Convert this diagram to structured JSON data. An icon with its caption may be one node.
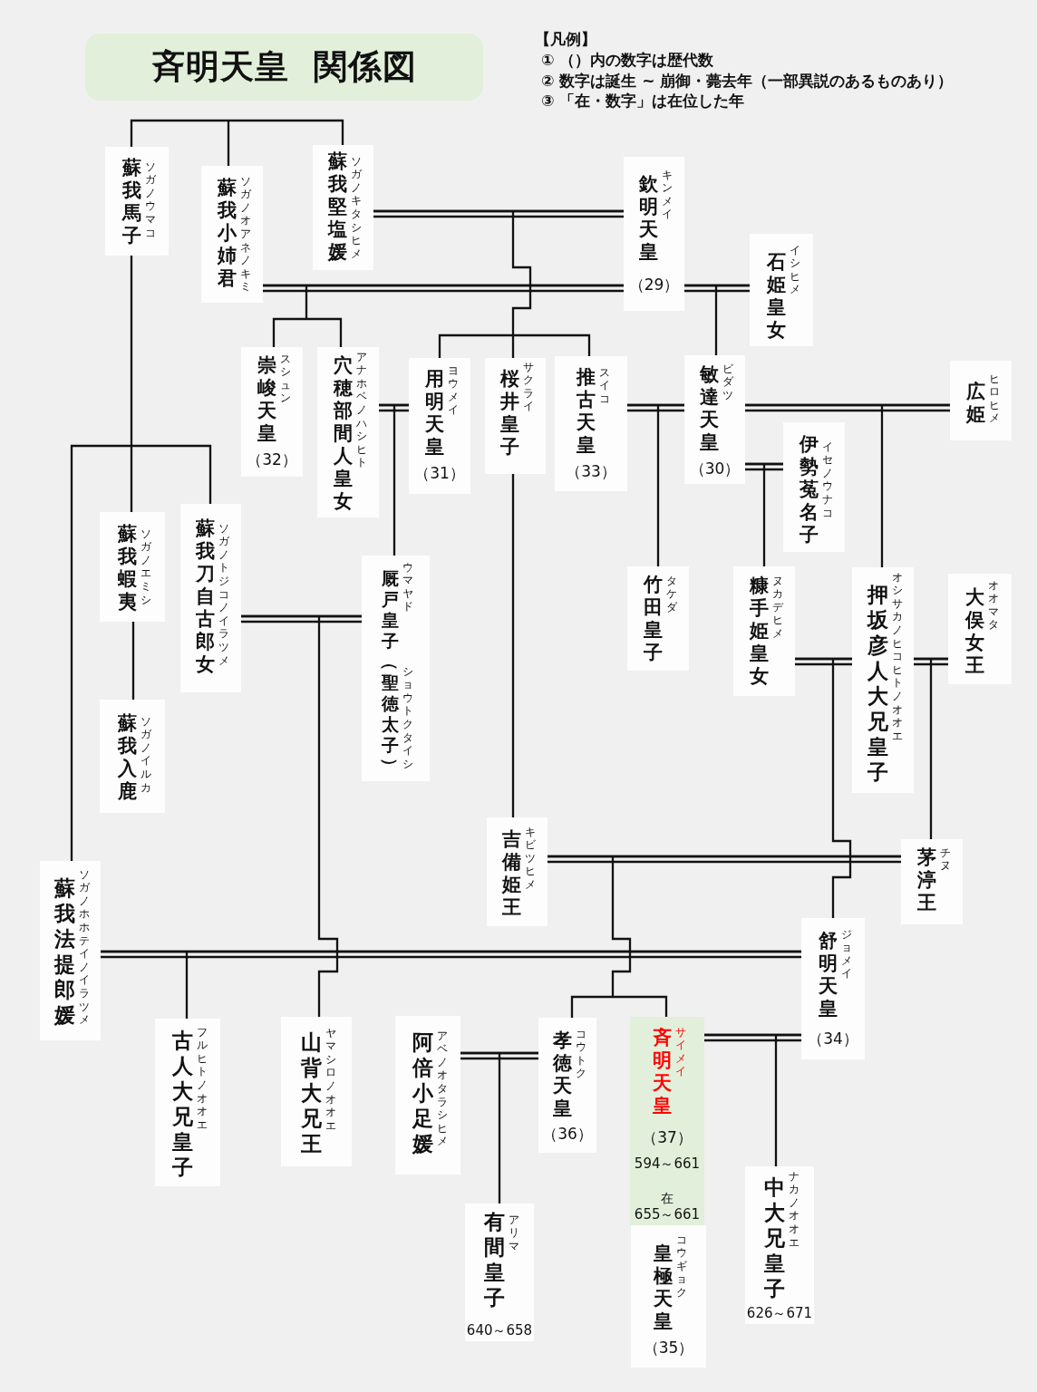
{
  "diagram": {
    "title": "斉明天皇 関係図",
    "nodes": [
      {
        "text": [
          "蘇我馬子",
          "ソガノウマコ"
        ]
      },
      {
        "text": [
          "蘇我小姉君",
          "ソガノオアネノキミ"
        ]
      },
      {
        "text": [
          "蘇我堅塩媛",
          "ソガノキタシヒメ"
        ]
      },
      {
        "text": [
          "欽明天皇",
          "キンメイ",
          "（29）"
        ]
      },
      {
        "text": [
          "石姫皇女",
          "イシヒメ"
        ]
      },
      {
        "text": [
          "崇峻天皇",
          "スシュン",
          "（32）"
        ]
      },
      {
        "text": [
          "穴穂部間人皇女",
          "アナホベノハシヒト"
        ]
      },
      {
        "text": [
          "用明天皇",
          "ヨウメイ",
          "（31）"
        ]
      },
      {
        "text": [
          "桜井皇子",
          "サクライ"
        ]
      },
      {
        "text": [
          "推古天皇",
          "スイコ",
          "（33）"
        ]
      },
      {
        "text": [
          "敏達天皇",
          "ビダツ",
          "（30）"
        ]
      },
      {
        "text": [
          "広姫",
          "ヒロヒメ"
        ]
      },
      {
        "text": [
          "伊勢菟名子",
          "イセノウナコ"
        ]
      },
      {
        "text": [
          "蘇我蝦夷",
          "ソガノエミシ"
        ]
      },
      {
        "text": [
          "蘇我刀自古郎女",
          "ソガノトジコノイラツメ"
        ]
      },
      {
        "text": [
          "厩戸皇子（聖徳太子）",
          "ウマヤド",
          "ショウトクタイシ"
        ]
      },
      {
        "text": [
          "竹田皇子",
          "タケダ"
        ]
      },
      {
        "text": [
          "糠手姫皇女",
          "ヌカデヒメ"
        ]
      },
      {
        "text": [
          "押坂彦人大兄皇子",
          "オシサカノヒコヒトノオオエ"
        ]
      },
      {
        "text": [
          "大俣女王",
          "オオマタ"
        ]
      },
      {
        "text": [
          "蘇我入鹿",
          "ソガノイルカ"
        ]
      },
      {
        "text": [
          "蘇我法提郎媛",
          "ソガノホホテイノイラツメ"
        ]
      },
      {
        "text": [
          "吉備姫王",
          "キビツヒメ"
        ]
      },
      {
        "text": [
          "茅渟王",
          "チヌ"
        ]
      },
      {
        "text": [
          "舒明天皇",
          "ジョメイ",
          "（34）"
        ]
      },
      {
        "text": [
          "古人大兄皇子",
          "フルヒトノオオエ"
        ]
      },
      {
        "text": [
          "山背大兄王",
          "ヤマシロノオオエ"
        ]
      },
      {
        "text": [
          "阿倍小足媛",
          "アベノオタラシヒメ"
        ]
      },
      {
        "text": [
          "孝徳天皇",
          "コウトク",
          "（36）"
        ]
      },
      {
        "text": [
          "斉明天皇",
          "サイメイ",
          "（37）",
          "594～661",
          "在",
          "655～661"
        ]
      },
      {
        "text": [
          "有間皇子",
          "アリマ",
          "640～658"
        ]
      },
      {
        "text": [
          "中大兄皇子",
          "ナカノオオエ",
          "626～671"
        ]
      },
      {
        "text": [
          "皇極天皇",
          "コウギョク",
          "（35）"
        ]
      }
    ],
    "edges": [
      {
        "from": 2,
        "to": 3,
        "arrow": "none"
      },
      {
        "from": 1,
        "to": 3,
        "arrow": "none"
      },
      {
        "from": 3,
        "to": 4,
        "arrow": "none"
      },
      {
        "from": 6,
        "to": 7,
        "arrow": "none"
      },
      {
        "from": 9,
        "to": 10,
        "arrow": "none"
      },
      {
        "from": 10,
        "to": 11,
        "arrow": "none"
      },
      {
        "from": 10,
        "to": 12,
        "arrow": "none"
      },
      {
        "from": 14,
        "to": 15,
        "arrow": "none"
      },
      {
        "from": 17,
        "to": 18,
        "arrow": "none"
      },
      {
        "from": 18,
        "to": 19,
        "arrow": "none"
      },
      {
        "from": 22,
        "to": 23,
        "arrow": "none"
      },
      {
        "from": 21,
        "to": 24,
        "arrow": "none"
      },
      {
        "from": 27,
        "to": 28,
        "arrow": "none"
      },
      {
        "from": 29,
        "to": 24,
        "arrow": "none"
      },
      {
        "from": null,
        "to": 0,
        "arrow": "none"
      },
      {
        "from": null,
        "to": 1,
        "arrow": "none"
      },
      {
        "from": null,
        "to": 2,
        "arrow": "none"
      },
      {
        "from": 2,
        "to": 7,
        "arrow": "none"
      },
      {
        "from": 3,
        "to": 7,
        "arrow": "none"
      },
      {
        "from": 2,
        "to": 8,
        "arrow": "none"
      },
      {
        "from": 3,
        "to": 8,
        "arrow": "none"
      },
      {
        "from": 2,
        "to": 9,
        "arrow": "none"
      },
      {
        "from": 3,
        "to": 9,
        "arrow": "none"
      },
      {
        "from": 1,
        "to": 5,
        "arrow": "none"
      },
      {
        "from": 3,
        "to": 5,
        "arrow": "none"
      },
      {
        "from": 1,
        "to": 6,
        "arrow": "none"
      },
      {
        "from": 3,
        "to": 6,
        "arrow": "none"
      },
      {
        "from": 3,
        "to": 10,
        "arrow": "none"
      },
      {
        "from": 4,
        "to": 10,
        "arrow": "none"
      },
      {
        "from": 0,
        "to": 21,
        "arrow": "none"
      },
      {
        "from": 0,
        "to": 13,
        "arrow": "none"
      },
      {
        "from": 0,
        "to": 14,
        "arrow": "none"
      },
      {
        "from": 13,
        "to": 20,
        "arrow": "none"
      },
      {
        "from": 6,
        "to": 15,
        "arrow": "none"
      },
      {
        "from": 7,
        "to": 15,
        "arrow": "none"
      },
      {
        "from": 9,
        "to": 16,
        "arrow": "none"
      },
      {
        "from": 10,
        "to": 16,
        "arrow": "none"
      },
      {
        "from": 10,
        "to": 17,
        "arrow": "none"
      },
      {
        "from": 12,
        "to": 17,
        "arrow": "none"
      },
      {
        "from": 10,
        "to": 18,
        "arrow": "none"
      },
      {
        "from": 11,
        "to": 18,
        "arrow": "none"
      },
      {
        "from": 14,
        "to": 26,
        "arrow": "none"
      },
      {
        "from": 15,
        "to": 26,
        "arrow": "none"
      },
      {
        "from": 8,
        "to": 22,
        "arrow": "none"
      },
      {
        "from": 17,
        "to": 24,
        "arrow": "none"
      },
      {
        "from": 18,
        "to": 24,
        "arrow": "none"
      },
      {
        "from": 18,
        "to": 23,
        "arrow": "none"
      },
      {
        "from": 19,
        "to": 23,
        "arrow": "none"
      },
      {
        "from": 22,
        "to": 28,
        "arrow": "none"
      },
      {
        "from": 23,
        "to": 28,
        "arrow": "none"
      },
      {
        "from": 22,
        "to": 29,
        "arrow": "none"
      },
      {
        "from": 23,
        "to": 29,
        "arrow": "none"
      },
      {
        "from": 21,
        "to": 25,
        "arrow": "none"
      },
      {
        "from": 24,
        "to": 25,
        "arrow": "none"
      },
      {
        "from": 27,
        "to": 30,
        "arrow": "none"
      },
      {
        "from": 28,
        "to": 30,
        "arrow": "none"
      },
      {
        "from": 29,
        "to": 31,
        "arrow": "none"
      },
      {
        "from": 24,
        "to": 31,
        "arrow": "none"
      }
    ],
    "labels": [
      "【凡例】",
      "① （）内の数字は歴代数",
      "② 数字は誕生 ~ 崩御・薨去年（一部異説のあるものあり）",
      "③ 「在・数字」は在位した年"
    ]
  }
}
